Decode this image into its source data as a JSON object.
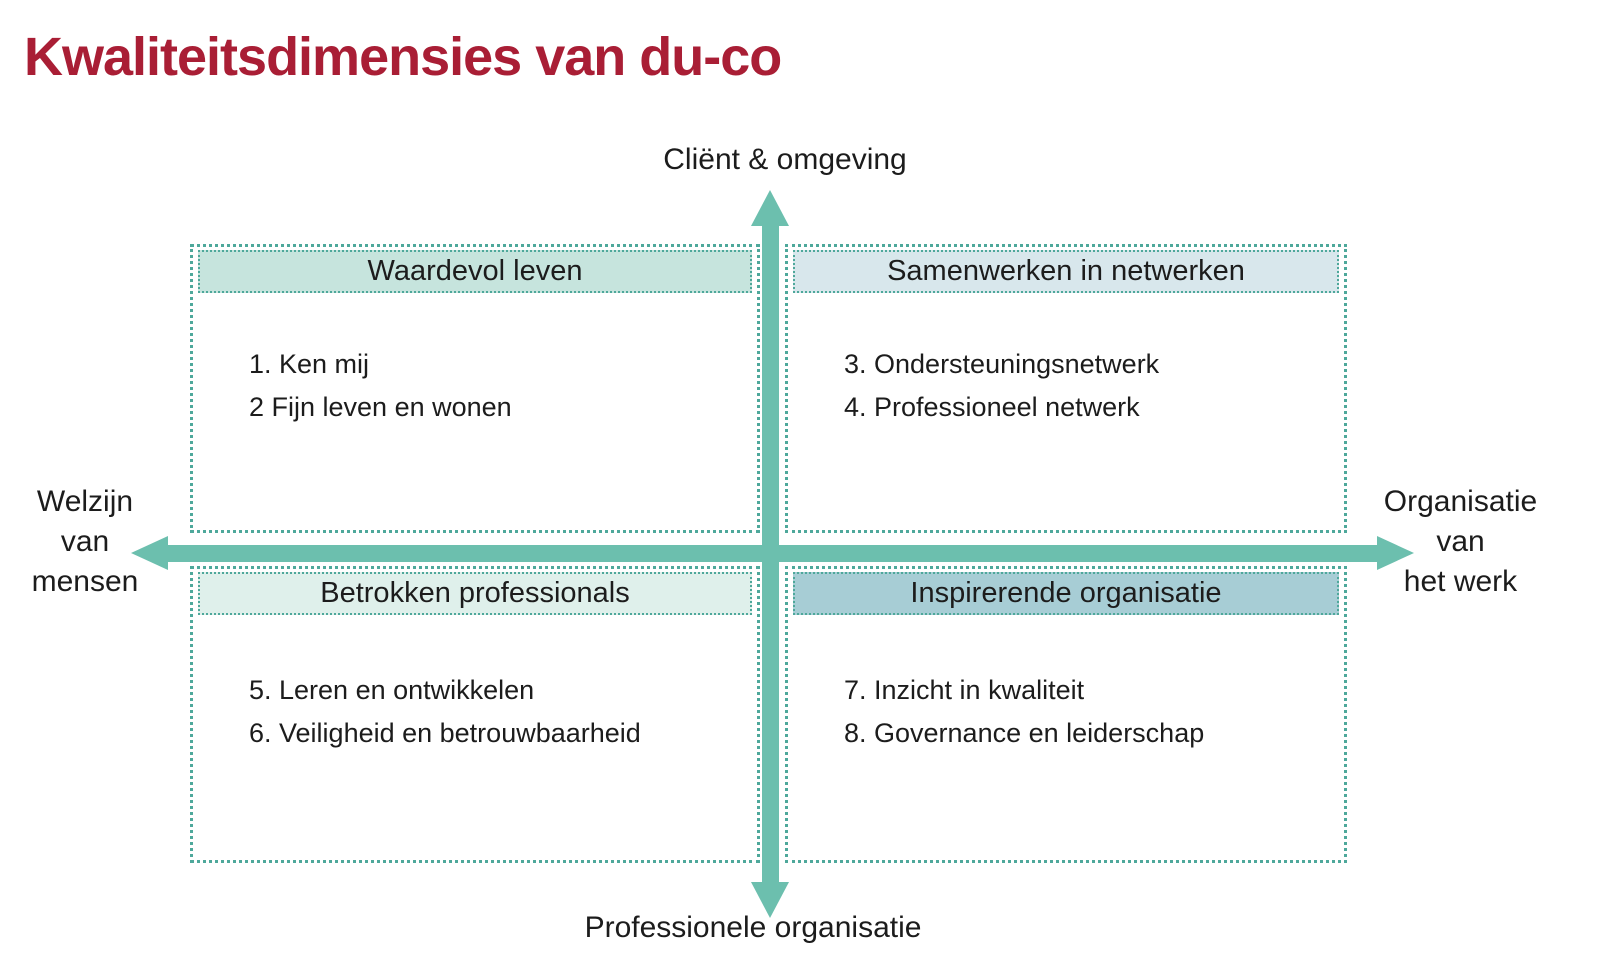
{
  "title": "Kwaliteitsdimensies van du-co",
  "axes": {
    "top": "Cliënt & omgeving",
    "bottom": "Professionele organisatie",
    "left": [
      "Welzijn",
      "van",
      "mensen"
    ],
    "right": [
      "Organisatie",
      "van",
      "het werk"
    ]
  },
  "quadrants": {
    "top_left": {
      "title": "Waardevol leven",
      "items": [
        "1. Ken mij",
        "2 Fijn leven en wonen"
      ]
    },
    "top_right": {
      "title": "Samenwerken in netwerken",
      "items": [
        "3. Ondersteuningsnetwerk",
        "4. Professioneel netwerk"
      ]
    },
    "bottom_left": {
      "title": "Betrokken professionals",
      "items": [
        "5. Leren en ontwikkelen",
        "6. Veiligheid en betrouwbaarheid"
      ]
    },
    "bottom_right": {
      "title": "Inspirerende organisatie",
      "items": [
        "7. Inzicht in kwaliteit",
        "8. Governance en leiderschap"
      ]
    }
  },
  "colors": {
    "title_red": "#a91e35",
    "arrow_teal": "#6cbfae",
    "border_teal": "#4ea89b",
    "header_tl": "#c6e4dd",
    "header_tr": "#d8e7ec",
    "header_bl": "#dff0eb",
    "header_br": "#a7cdd5",
    "text_dark": "#1c1c1c"
  }
}
